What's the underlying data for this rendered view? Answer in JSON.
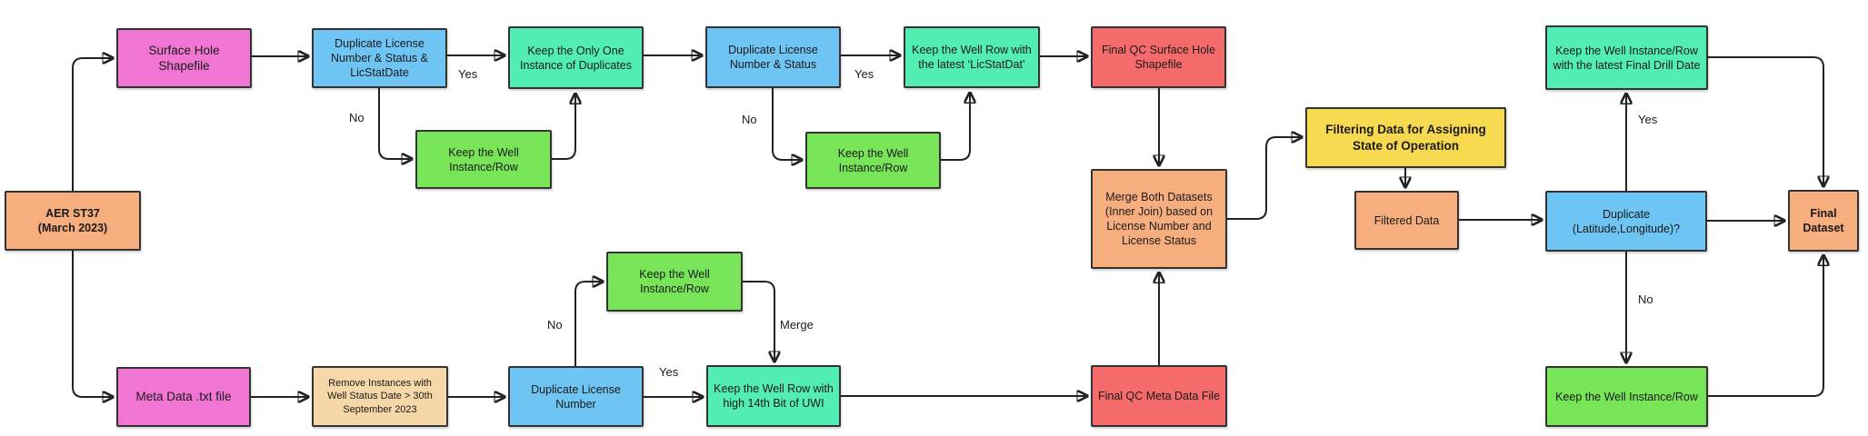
{
  "diagram_type": "flowchart",
  "palette": {
    "pink": "#F175D3",
    "blue": "#6EC4F2",
    "mint": "#52EDB3",
    "green": "#77E557",
    "red": "#F56A6A",
    "orange": "#F7AE7E",
    "tan": "#F6D7A7",
    "yellow": "#F7D94F",
    "text": "#1a1a1a",
    "arrow": "#222222"
  },
  "nodes": {
    "aer_st37": "AER ST37\n(March 2023)",
    "surface_hole": "Surface Hole Shapefile",
    "dup_license_status_date": "Duplicate License Number & Status & LicStatDate",
    "keep_only_one": "Keep the Only One Instance of Duplicates",
    "dup_license_status": "Duplicate License Number & Status",
    "keep_latest_licstatdat": "Keep the Well Row with the latest ‘LicStatDat’",
    "final_qc_surface": "Final QC Surface Hole Shapefile",
    "keep_well_1": "Keep the Well Instance/Row",
    "keep_well_2": "Keep the Well Instance/Row",
    "merge_both": "Merge Both Datasets (Inner Join) based on License Number and License Status",
    "filtering": "Filtering Data for Assigning State of Operation",
    "filtered_data": "Filtered Data",
    "dup_latlon": "Duplicate\n(Latitude,Longitude)?",
    "keep_latest_drill": "Keep the Well Instance/Row with the latest Final Drill Date",
    "final_dataset": "Final\nDataset",
    "keep_well_3": "Keep the Well Instance/Row",
    "meta_txt": "Meta Data .txt file",
    "remove_inst": "Remove Instances with Well Status Date > 30th September 2023",
    "dup_license_num": "Duplicate License Number",
    "keep_well_4": "Keep the Well Instance/Row",
    "keep_uwi": "Keep the Well Row with high 14th Bit of UWI",
    "final_qc_meta": "Final QC Meta Data File"
  },
  "edge_labels": {
    "yes_1": "Yes",
    "no_1": "No",
    "yes_2": "Yes",
    "no_2": "No",
    "no_meta": "No",
    "yes_meta": "Yes",
    "merge": "Merge",
    "yes_latlon": "Yes",
    "no_latlon": "No"
  }
}
